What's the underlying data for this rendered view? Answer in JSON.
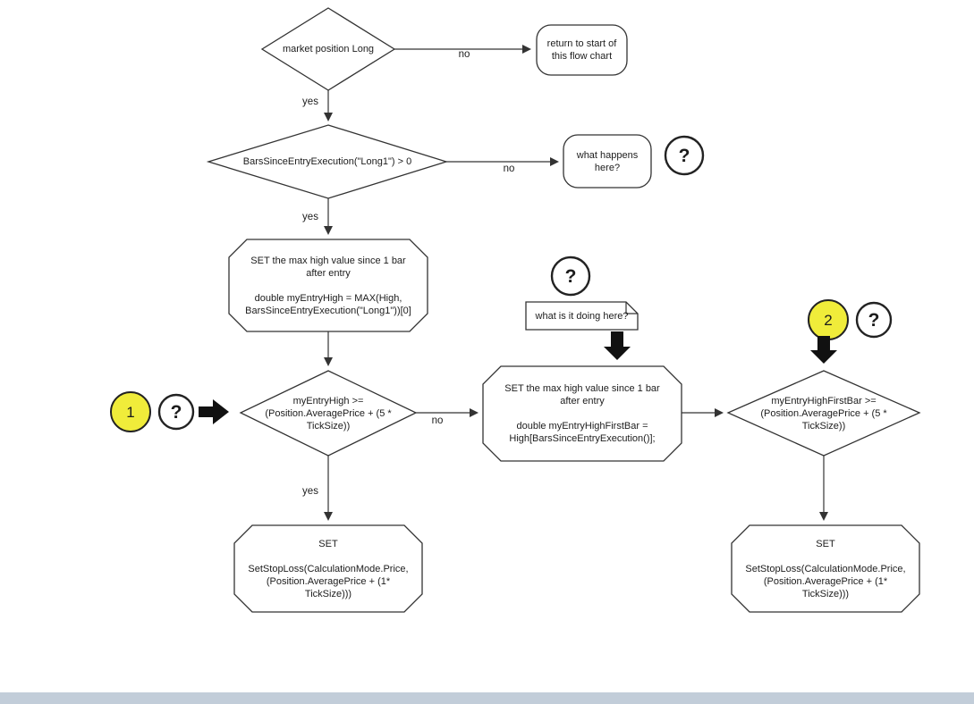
{
  "diagram": {
    "nodes": {
      "market_position": {
        "label": "market position Long"
      },
      "return_start": {
        "label": "return to start of\nthis flow chart"
      },
      "bars_since_entry": {
        "label": "BarsSinceEntryExecution(\"Long1\") > 0"
      },
      "what_happens": {
        "label": "what happens\nhere?"
      },
      "set_max_high": {
        "label": "SET the max high value since 1 bar\nafter entry\n\ndouble myEntryHigh = MAX(High,\nBarsSinceEntryExecution(\"Long1\"))[0]"
      },
      "my_entry_high_check": {
        "label": "myEntryHigh >=\n(Position.AveragePrice + (5 *\nTickSize))"
      },
      "set_max_high_first_bar": {
        "label": "SET the max high value since 1 bar\nafter entry\n\ndouble myEntryHighFirstBar =\nHigh[BarsSinceEntryExecution()];"
      },
      "set_stop_loss_left": {
        "label": "SET\n\nSetStopLoss(CalculationMode.Price,\n(Position.AveragePrice + (1*\nTickSize)))"
      },
      "my_entry_high_first_bar_check": {
        "label": "myEntryHighFirstBar >=\n(Position.AveragePrice + (5 *\nTickSize))"
      },
      "set_stop_loss_right": {
        "label": "SET\n\nSetStopLoss(CalculationMode.Price,\n(Position.AveragePrice + (1*\nTickSize)))"
      },
      "note": {
        "label": "what is it doing here?"
      }
    },
    "edge_labels": {
      "no1": "no",
      "yes1": "yes",
      "no2": "no",
      "yes2": "yes",
      "no3": "no",
      "yes3": "yes"
    },
    "annotations": {
      "question_mark": "?",
      "marker1": "1",
      "marker2": "2"
    },
    "colors": {
      "highlight_yellow": "#f0ec3a",
      "shape_stroke": "#333333",
      "scrollbar": "#c2cdd9"
    }
  }
}
